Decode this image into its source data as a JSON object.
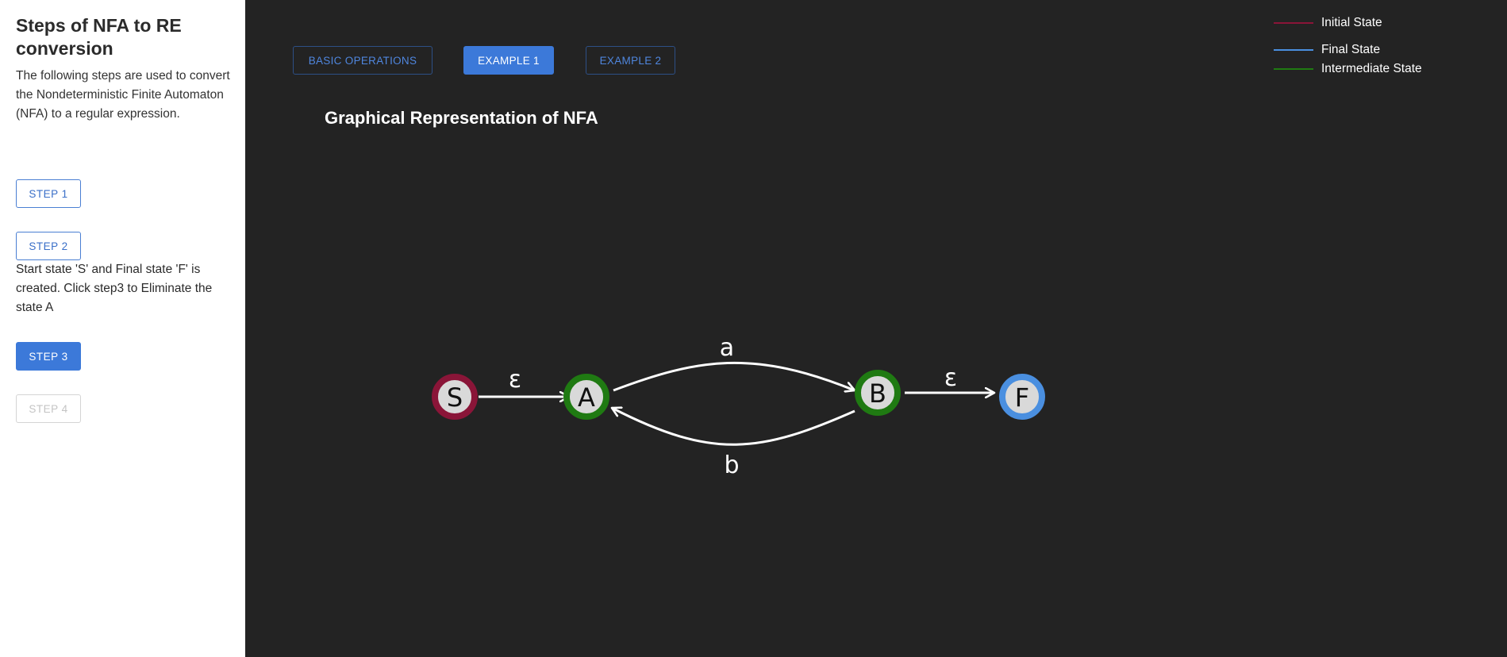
{
  "sidebar": {
    "title": "Steps of NFA to RE conversion",
    "description": "The following steps are used to convert the Nondeterministic Finite Automaton (NFA) to a regular expression.",
    "steps": [
      {
        "label": "STEP 1",
        "state": "normal"
      },
      {
        "label": "STEP 2",
        "state": "normal"
      },
      {
        "label": "STEP 3",
        "state": "active"
      },
      {
        "label": "STEP 4",
        "state": "disabled"
      }
    ],
    "step_note": "Start state 'S' and Final state 'F' is created. Click step3 to Eliminate the state A"
  },
  "tabs": [
    {
      "label": "BASIC OPERATIONS",
      "active": false
    },
    {
      "label": "EXAMPLE 1",
      "active": true
    },
    {
      "label": "EXAMPLE 2",
      "active": false
    }
  ],
  "graph": {
    "title": "Graphical Representation of NFA",
    "states": [
      {
        "id": "S",
        "label": "S",
        "type": "initial"
      },
      {
        "id": "A",
        "label": "A",
        "type": "intermediate"
      },
      {
        "id": "B",
        "label": "B",
        "type": "intermediate"
      },
      {
        "id": "F",
        "label": "F",
        "type": "final"
      }
    ],
    "transitions": [
      {
        "from": "S",
        "to": "A",
        "label": "ε"
      },
      {
        "from": "A",
        "to": "B",
        "label": "a"
      },
      {
        "from": "B",
        "to": "A",
        "label": "b"
      },
      {
        "from": "B",
        "to": "F",
        "label": "ε"
      }
    ]
  },
  "legend": [
    {
      "label": "Initial State",
      "color": "#8a1538"
    },
    {
      "label": "Final State",
      "color": "#4a8fe0"
    },
    {
      "label": "Intermediate State",
      "color": "#1f7a12"
    }
  ],
  "colors": {
    "initial": "#8a1538",
    "intermediate": "#1f7a12",
    "final": "#4a8fe0",
    "node_fill": "#d9d9d9",
    "edge": "#ffffff",
    "accent": "#3c79d9"
  }
}
